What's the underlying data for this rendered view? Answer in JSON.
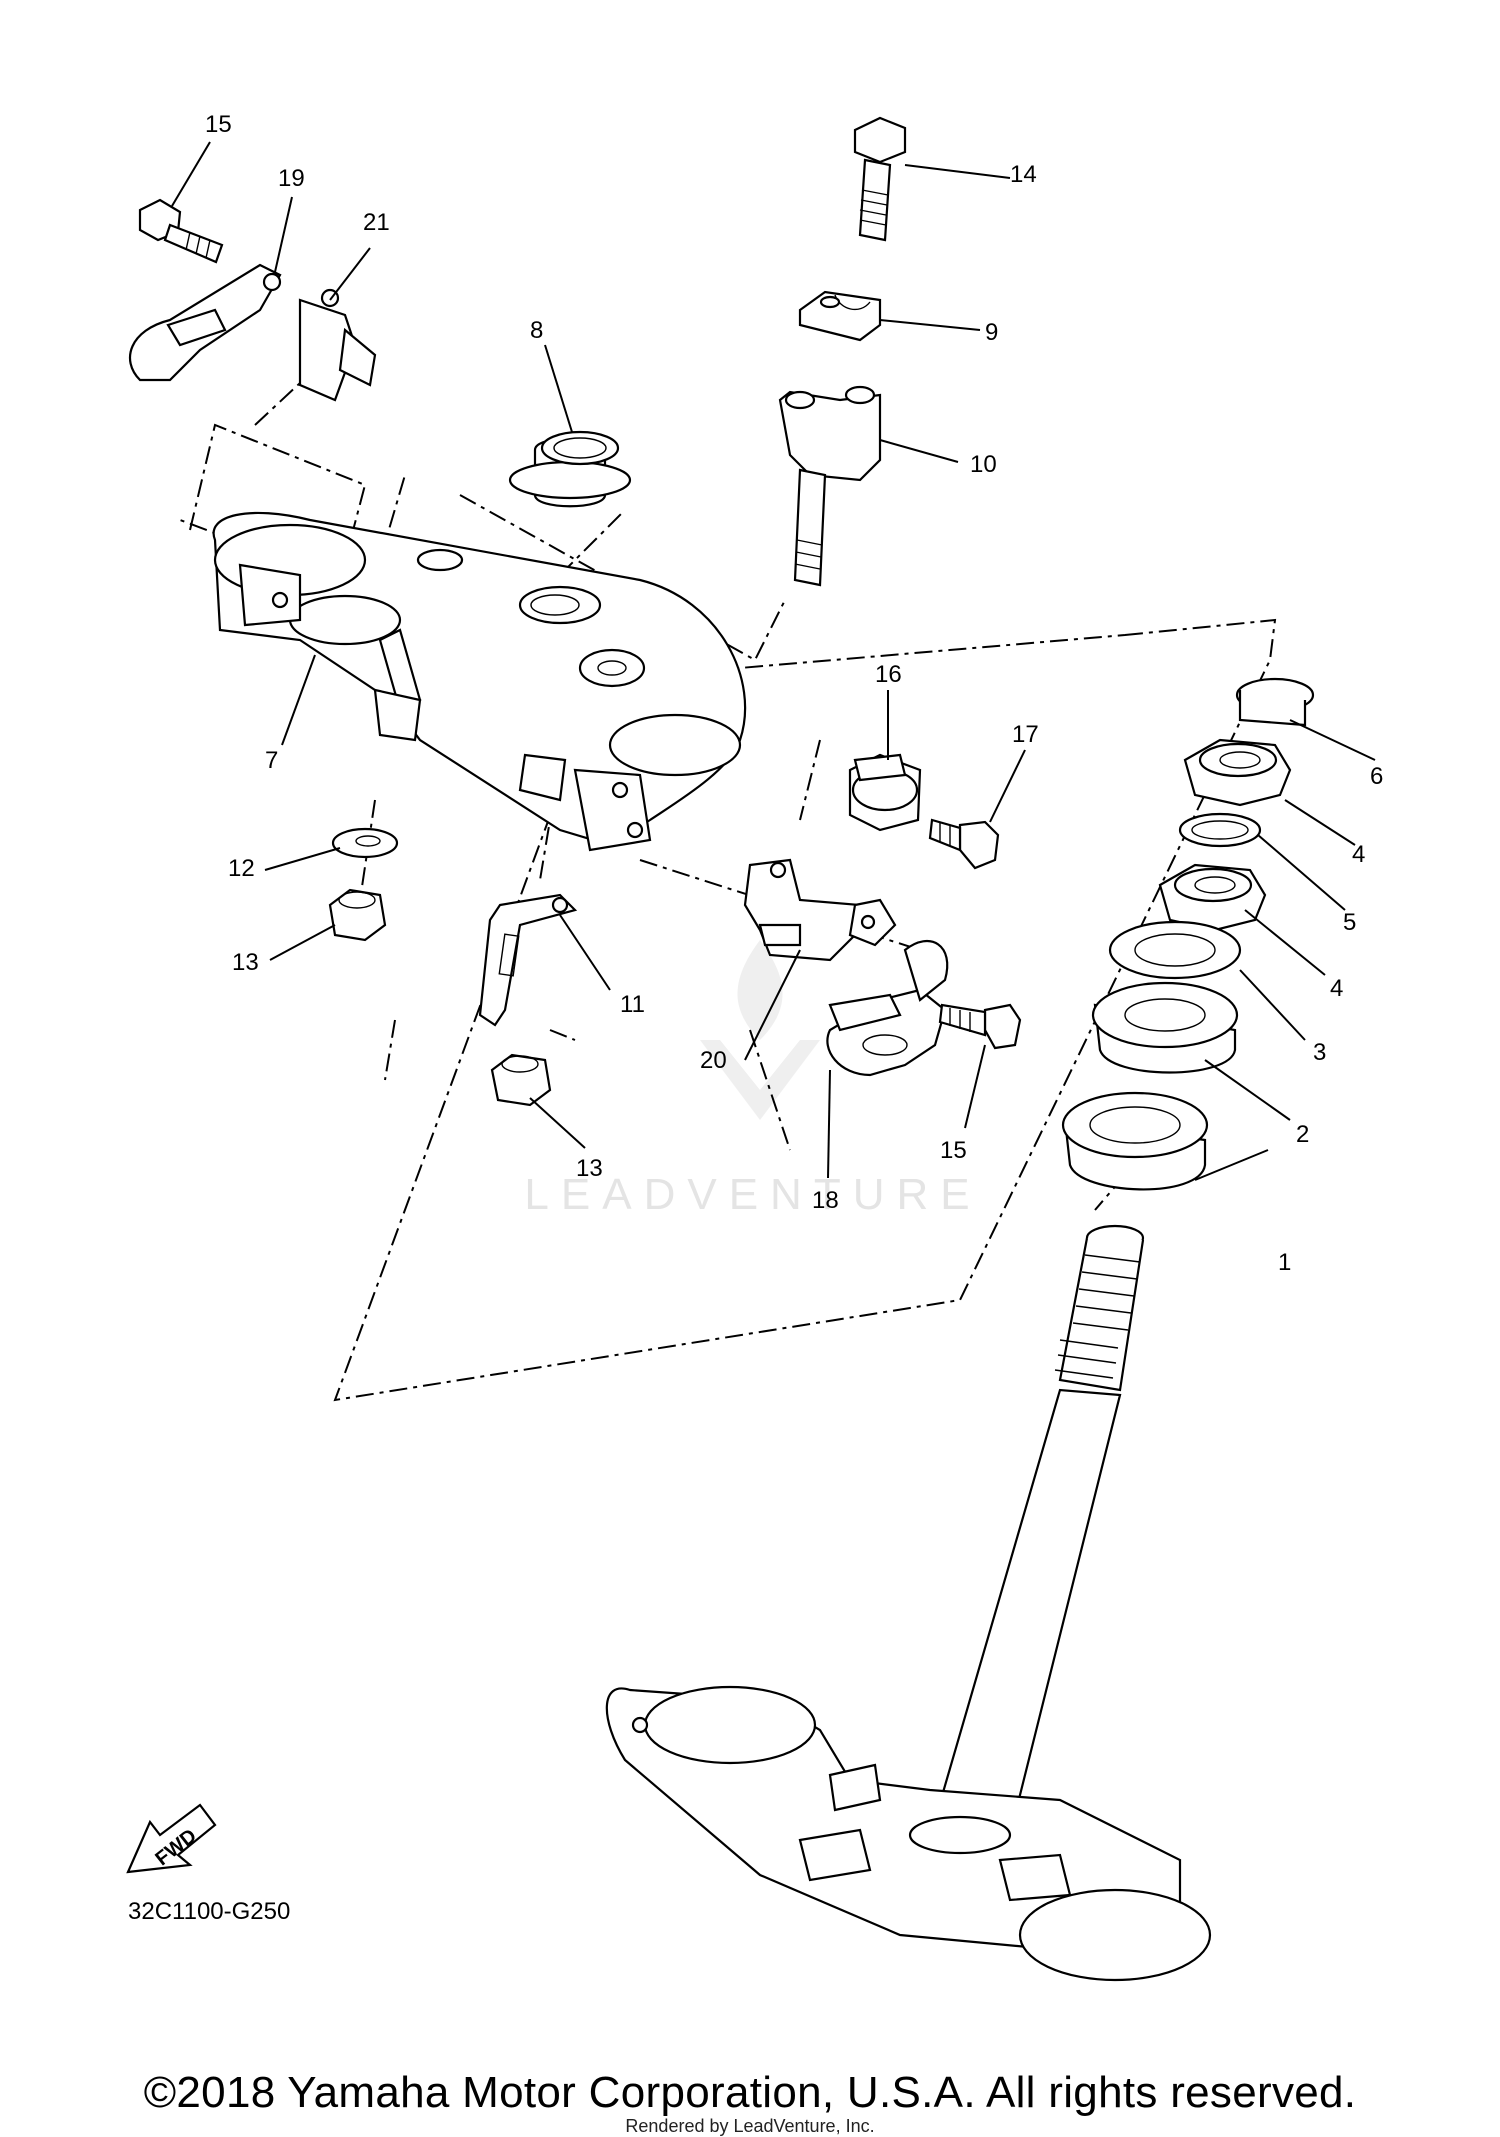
{
  "diagram_code": "32C1100-G250",
  "fwd_label": "FWD",
  "watermark": "LEADVENTURE",
  "copyright": "©2018 Yamaha Motor Corporation, U.S.A. All rights reserved.",
  "rendered_by": "Rendered by LeadVenture, Inc.",
  "callouts": [
    {
      "id": "c1",
      "text": "1"
    },
    {
      "id": "c2",
      "text": "2"
    },
    {
      "id": "c3",
      "text": "3"
    },
    {
      "id": "c4a",
      "text": "4"
    },
    {
      "id": "c4b",
      "text": "4"
    },
    {
      "id": "c5",
      "text": "5"
    },
    {
      "id": "c6",
      "text": "6"
    },
    {
      "id": "c7",
      "text": "7"
    },
    {
      "id": "c8",
      "text": "8"
    },
    {
      "id": "c9",
      "text": "9"
    },
    {
      "id": "c10",
      "text": "10"
    },
    {
      "id": "c11",
      "text": "11"
    },
    {
      "id": "c12",
      "text": "12"
    },
    {
      "id": "c13a",
      "text": "13"
    },
    {
      "id": "c13b",
      "text": "13"
    },
    {
      "id": "c14",
      "text": "14"
    },
    {
      "id": "c15a",
      "text": "15"
    },
    {
      "id": "c15b",
      "text": "15"
    },
    {
      "id": "c16",
      "text": "16"
    },
    {
      "id": "c17",
      "text": "17"
    },
    {
      "id": "c18",
      "text": "18"
    },
    {
      "id": "c19",
      "text": "19"
    },
    {
      "id": "c20",
      "text": "20"
    },
    {
      "id": "c21",
      "text": "21"
    }
  ]
}
